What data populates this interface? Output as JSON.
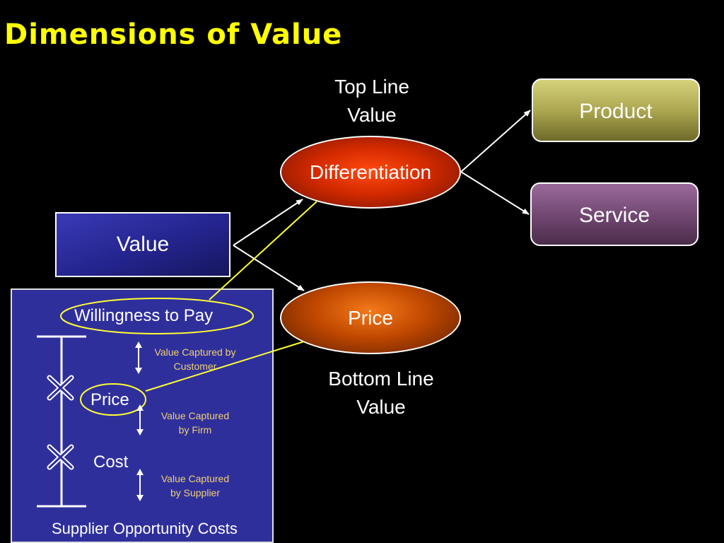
{
  "slide": {
    "title": "Dimensions of Value"
  },
  "labels": {
    "top_line": [
      "Top Line",
      "Value"
    ],
    "bottom_line": [
      "Bottom Line",
      "Value"
    ]
  },
  "nodes": {
    "value": "Value",
    "differentiation": "Differentiation",
    "price": "Price",
    "product": "Product",
    "service": "Service"
  },
  "panel": {
    "willingness": "Willingness to Pay",
    "price": "Price",
    "cost": "Cost",
    "footer": "Supplier Opportunity Costs",
    "captures": {
      "customer": [
        "Value Captured by",
        "Customer"
      ],
      "firm": [
        "Value Captured",
        "by Firm"
      ],
      "supplier": [
        "Value Captured",
        "by Supplier"
      ]
    }
  },
  "colors": {
    "background": "#000000",
    "title": "#ffff00",
    "connector_white": "#ffffff",
    "connector_yellow": "#ffff33",
    "caption": "#f0d070"
  }
}
